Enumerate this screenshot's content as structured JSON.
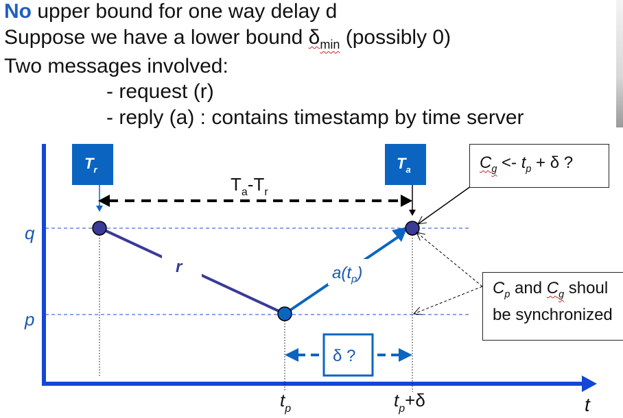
{
  "bullets": {
    "line1_bold": "No",
    "line1_rest": "upper bound for one way delay d",
    "line2_pre": "Suppose we have a lower bound ",
    "line2_symbol": "δ",
    "line2_sub": "min",
    "line2_post": " (possibly 0)",
    "line3": "Two messages involved:",
    "sub1": "- request (r)",
    "sub2": "- reply (a) : contains timestamp by time server"
  },
  "diagram": {
    "tr_box_main": "T",
    "tr_box_sub": "r",
    "ta_box_main": "T",
    "ta_box_sub": "a",
    "interval_T1": "T",
    "interval_a": "a",
    "interval_dash": "-T",
    "interval_r": "r",
    "label_q": "q",
    "label_p": "p",
    "label_r": "r",
    "label_a_pre": "a(t",
    "label_a_sub": "p",
    "label_a_post": ")",
    "delta_box": "δ ?",
    "axis_t": "t",
    "tick_tp_main": "t",
    "tick_tp_sub": "p",
    "tick_tpd_main": "t",
    "tick_tpd_sub": "p",
    "tick_tpd_post": "+δ"
  },
  "callout_top": {
    "c": "C",
    "g": "g",
    "arrow": " <- ",
    "t": "t",
    "p": "p",
    "rest": " + δ ?"
  },
  "callout_right": {
    "c1": "C",
    "p1": "p",
    "and": " and ",
    "c2": "C",
    "g2": "g",
    "line1_rest": " shoul",
    "line2": "be synchronized"
  },
  "colors": {
    "accent_blue": "#0b65c0",
    "dark_blue": "#3a3a98",
    "axis_blue": "#1446d8",
    "text_blue": "#1a57b0"
  }
}
